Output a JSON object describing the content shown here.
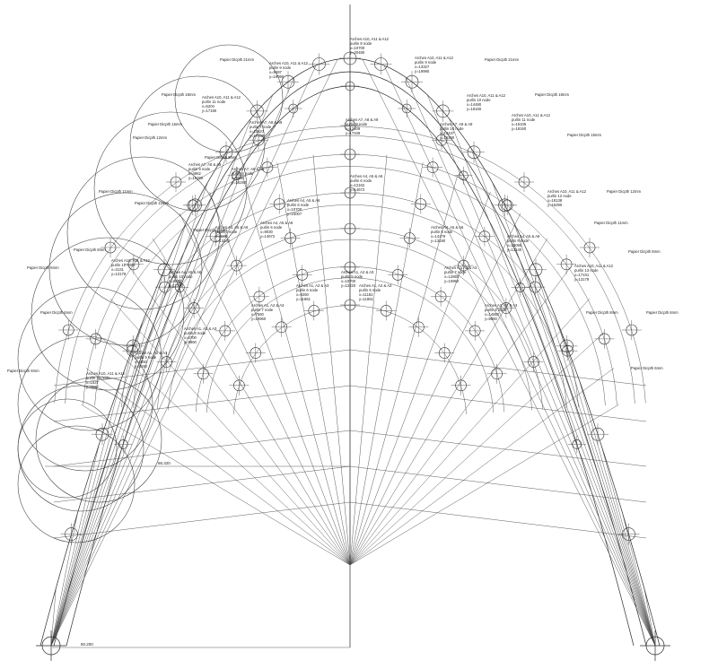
{
  "labels": {
    "paper_21": "Papier Dicpth 21mm",
    "paper_18": "Papier Dicpth 18mm",
    "paper_15": "Papier Dicpth 15mm",
    "paper_12": "Papier Dicpth 12mm",
    "paper_11": "Papier Dicpth 11mm",
    "paper_8": "Papier Dicpth 8mm",
    "paper_6": "Papier Dicpth 6mm",
    "arch_10_12": "Arches A10, A11 & A12",
    "arch_7_9": "Arches A7, A8 & A9",
    "arch_4_6": "Arches A4, A5 & A6",
    "arch_1_3": "Arches A1, A2 & A3",
    "dim_top": "86.320",
    "dim_bottom": "80.200"
  },
  "nodes": [
    {
      "a": "arch_10_12",
      "n": "purlin 8 node",
      "x": "x=10700",
      "y": "y=20480"
    },
    {
      "a": "arch_10_12",
      "n": "purlin 9 node",
      "x": "x=9497",
      "y": "y=19990"
    },
    {
      "a": "arch_10_12",
      "n": "purlin 9 node",
      "x": "x=13327",
      "y": "y=19990"
    },
    {
      "a": "arch_10_12",
      "n": "purlin 10 node",
      "x": "x=14480",
      "y": "y=18160"
    },
    {
      "a": "arch_10_12",
      "n": "purlin 11 node",
      "x": "x=16105",
      "y": "y=18160"
    },
    {
      "a": "arch_10_12",
      "n": "purlin 12 node",
      "x": "x=18138",
      "y": "y=16290"
    },
    {
      "a": "arch_7_9",
      "n": "purlin 7 node",
      "x": "x=10627",
      "y": "y=17349"
    },
    {
      "a": "arch_7_9",
      "n": "purlin 8 node",
      "x": "x=8960",
      "y": "y=16290"
    },
    {
      "a": "arch_7_9",
      "n": "purlin 9 node",
      "x": "x=12409",
      "y": "y=17349"
    },
    {
      "a": "arch_7_9",
      "n": "purlin 10 node",
      "x": "x=14437",
      "y": "y=16290"
    },
    {
      "a": "arch_4_6",
      "n": "purlin 6 node",
      "x": "x=10700",
      "y": "y=15007"
    },
    {
      "a": "arch_4_6",
      "n": "purlin 6 node",
      "x": "x=9030",
      "y": "y=14672"
    },
    {
      "a": "arch_4_6",
      "n": "purlin 6 node",
      "x": "x=12162",
      "y": "y=14672"
    },
    {
      "a": "arch_4_6",
      "n": "purlin 8 node",
      "x": "x=14179",
      "y": "y=13190"
    },
    {
      "a": "arch_1_3",
      "n": "purlin 5 node",
      "x": "x=10700",
      "y": "y=12220"
    },
    {
      "a": "arch_1_3",
      "n": "purlin 6 node",
      "x": "x=9260",
      "y": "y=11861"
    },
    {
      "a": "arch_1_3",
      "n": "purlin 6 node",
      "x": "x=11182",
      "y": "y=11861"
    },
    {
      "a": "arch_1_3",
      "n": "purlin 7 node",
      "x": "x=12880",
      "y": "y=10960"
    },
    {
      "a": "arch_4_6",
      "n": "purlin 9 node",
      "x": "x=6190",
      "y": "y=13140"
    },
    {
      "a": "arch_4_6",
      "n": "purlin 9 node",
      "x": "x=15095",
      "y": "y=13140"
    },
    {
      "a": "arch_1_3",
      "n": "purlin 7 node",
      "x": "x=7560",
      "y": "y=10960"
    },
    {
      "a": "arch_1_3",
      "n": "purlin 8 node",
      "x": "x=14880",
      "y": "y=9860"
    },
    {
      "a": "arch_7_9",
      "n": "purlin 9 node",
      "x": "x=4962",
      "y": "y=16290"
    },
    {
      "a": "arch_10_12",
      "n": "purlin 11 node",
      "x": "x=5204",
      "y": "y=17190"
    },
    {
      "a": "arch_10_12",
      "n": "purlin 12 node",
      "x": "x=3131",
      "y": "y=13179"
    },
    {
      "a": "arch_10_12",
      "n": "purlin 13 node",
      "x": "x=17231",
      "y": "y=13179"
    },
    {
      "a": "arch_1_3",
      "n": "purlin 8 node",
      "x": "x=5700",
      "y": "y=9860"
    },
    {
      "a": "arch_4_6",
      "n": "purlin 10 node",
      "x": "x=4590",
      "y": "y=11390"
    },
    {
      "a": "arch_10_12",
      "n": "purlin 13 node",
      "x": "x=1637",
      "y": "y=8657"
    },
    {
      "a": "arch_1_3",
      "n": "purlin 9 node",
      "x": "x=4050",
      "y": "y=8190"
    }
  ],
  "paper_positions": [
    "paper_21",
    "paper_18",
    "paper_15",
    "paper_12",
    "paper_11",
    "paper_8",
    "paper_6",
    "paper_21",
    "paper_18",
    "paper_15",
    "paper_12",
    "paper_11",
    "paper_8",
    "paper_6",
    "paper_8",
    "paper_6",
    "paper_12",
    "paper_11",
    "paper_8",
    "paper_6",
    "paper_8"
  ]
}
